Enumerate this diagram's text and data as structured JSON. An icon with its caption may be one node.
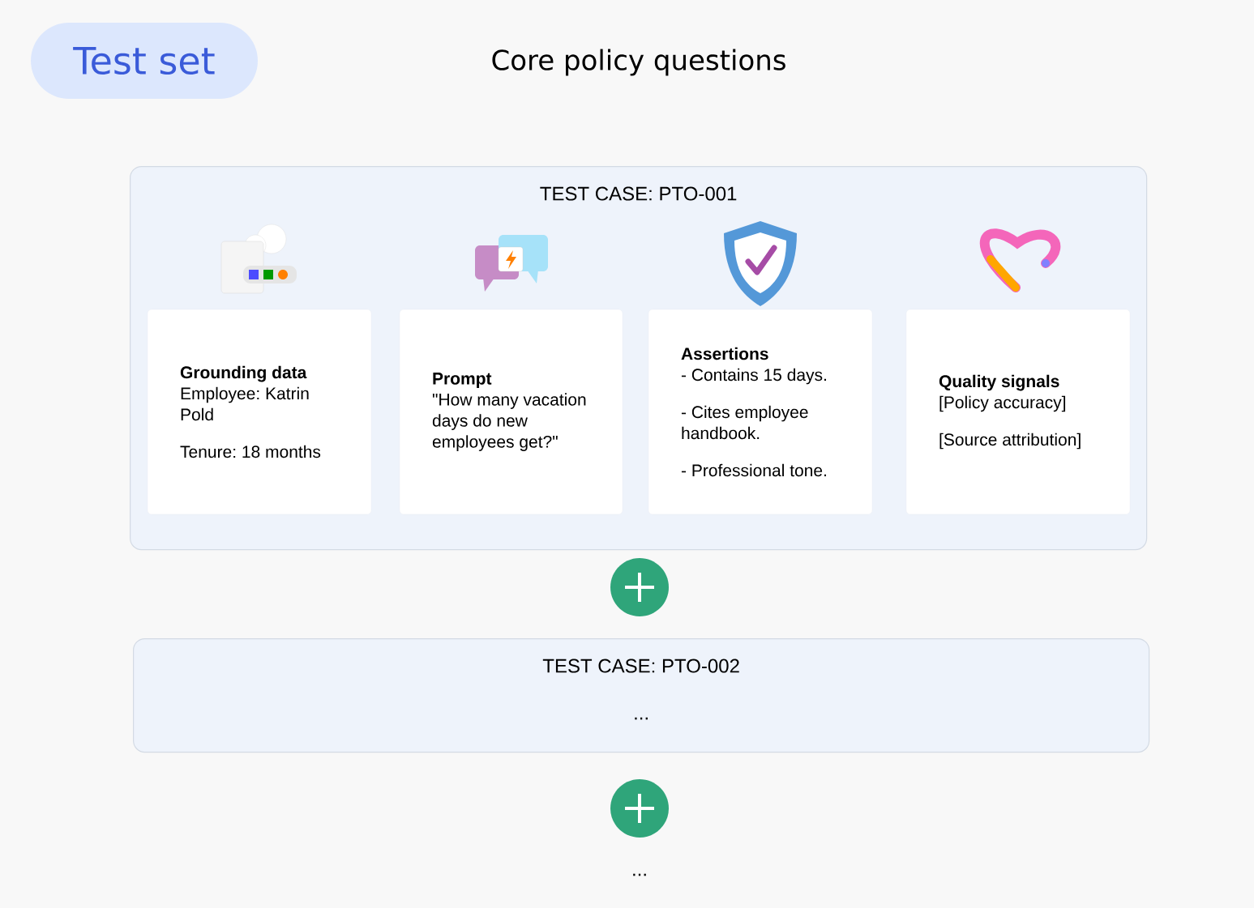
{
  "diagram": {
    "title": "Core policy questions",
    "nodes": [
      {
        "text": [
          "Test set"
        ]
      },
      {
        "text": [
          "TEST CASE: PTO-001"
        ]
      },
      {
        "text": [
          "Grounding data",
          "Employee: Katrin Pold",
          "Tenure: 18 months"
        ],
        "in": 1
      },
      {
        "text": [
          "Prompt",
          "\"How many vacation days do new employees get?\""
        ],
        "in": 1
      },
      {
        "text": [
          "Assertions",
          "- Contains 15 days.",
          "- Cites employee handbook.",
          "- Professional tone."
        ],
        "in": 1
      },
      {
        "text": [
          "Quality signals",
          "[Policy accuracy]",
          "[Source attribution]"
        ],
        "in": 1
      },
      {
        "text": [
          "TEST CASE: PTO-002",
          "..."
        ]
      }
    ],
    "edges": [],
    "labels": [
      "..."
    ]
  }
}
